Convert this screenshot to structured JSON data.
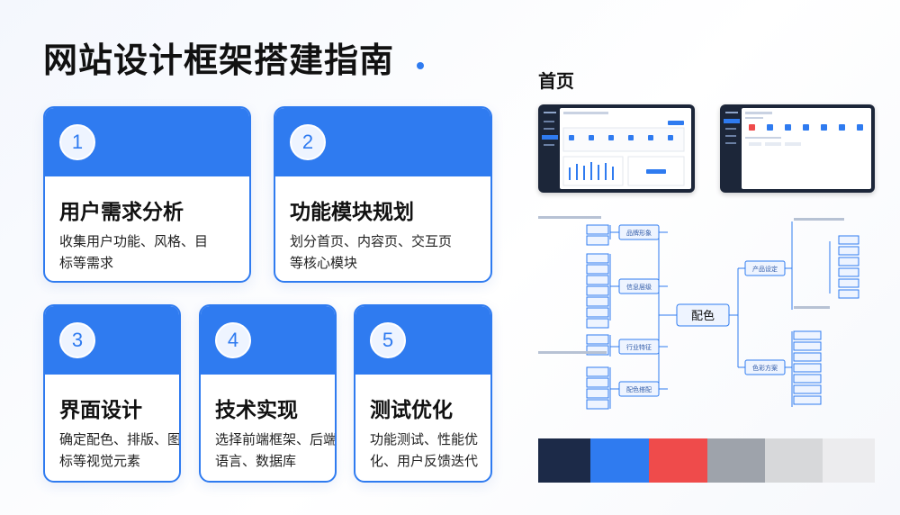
{
  "title": "网站设计框架搭建指南",
  "cards": [
    {
      "num": "1",
      "title": "用户需求分析",
      "desc": "收集用户功能、风格、目标等需求"
    },
    {
      "num": "2",
      "title": "功能模块规划",
      "desc": "划分首页、内容页、交互页等核心模块"
    },
    {
      "num": "3",
      "title": "界面设计",
      "desc": "确定配色、排版、图标等视觉元素"
    },
    {
      "num": "4",
      "title": "技术实现",
      "desc": "选择前端框架、后端语言、数据库"
    },
    {
      "num": "5",
      "title": "测试优化",
      "desc": "功能测试、性能优化、用户反馈迭代"
    }
  ],
  "homepage_label": "首页",
  "mindmap": {
    "center": "配色",
    "left_branches": [
      "品牌形象",
      "信息层级",
      "行业特征",
      "配色搭配"
    ],
    "right_branches": [
      "产品设定",
      "色彩方案"
    ]
  },
  "palette": [
    "#1c2a48",
    "#2f7bf0",
    "#ef4b4b",
    "#9ea3ab",
    "#d7d8da",
    "#ececee"
  ],
  "accent": "#2f7bf0"
}
